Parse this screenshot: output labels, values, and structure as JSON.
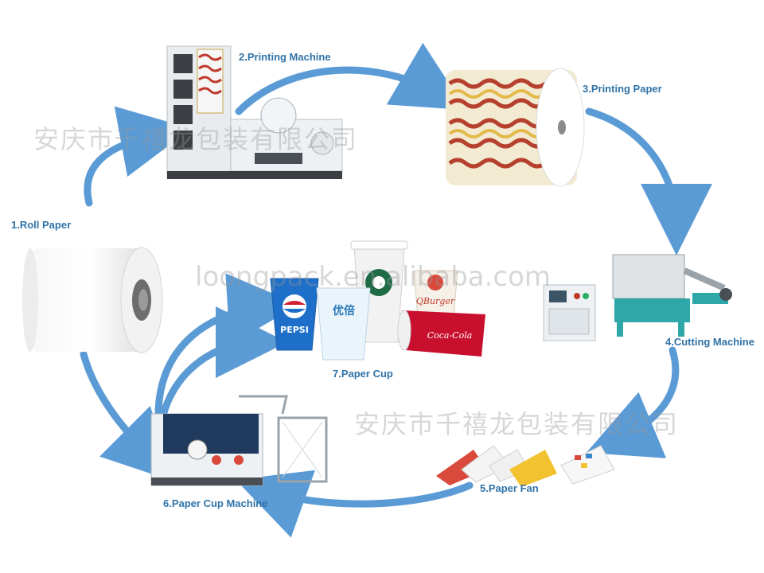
{
  "steps": [
    {
      "label": "1.Roll Paper"
    },
    {
      "label": "2.Printing Machine"
    },
    {
      "label": "3.Printing Paper"
    },
    {
      "label": "4.Cutting Machine"
    },
    {
      "label": "5.Paper Fan"
    },
    {
      "label": "6.Paper Cup Machine"
    },
    {
      "label": "7.Paper Cup"
    }
  ],
  "watermarks": {
    "company": "安庆市千禧龙包装有限公司",
    "site": "loongpack.en.alibaba.com"
  },
  "cup_brands": [
    "PEPSI",
    "优倍",
    "QBurger",
    "Coca-Cola"
  ],
  "colors": {
    "arrow": "#5b9bd5",
    "label": "#2f73a8",
    "machine_frame": "#e8ecef",
    "machine_teal": "#2fa6a8",
    "cup_pepsi": "#1e6fc9",
    "cup_coke": "#c8102e",
    "starbucks_green": "#1e6b46"
  }
}
